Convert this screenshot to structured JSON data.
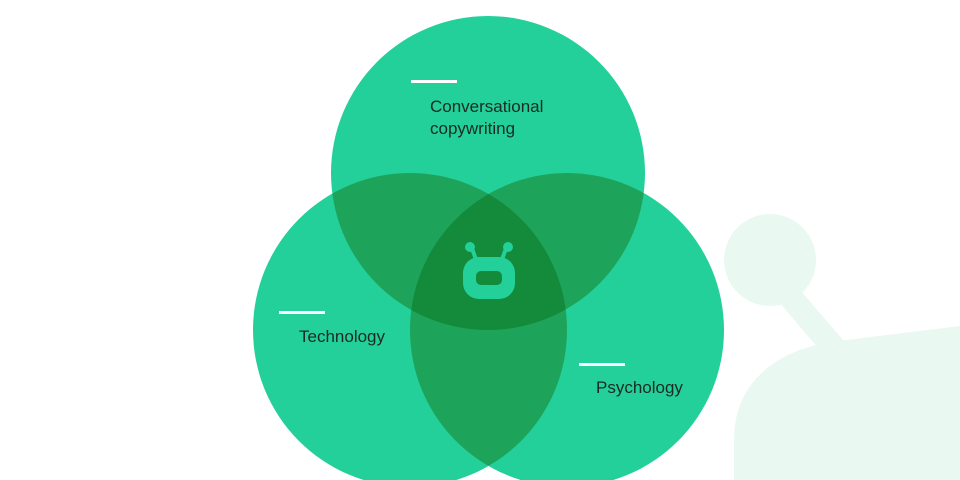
{
  "diagram": {
    "sets": [
      {
        "id": "top",
        "lines": [
          "Conversational",
          "copywriting"
        ]
      },
      {
        "id": "left",
        "lines": [
          "Technology"
        ]
      },
      {
        "id": "right",
        "lines": [
          "Psychology"
        ]
      }
    ],
    "center_icon": "robot-head-icon",
    "background_icon": "robot-antenna-icon"
  },
  "colors": {
    "circle": "#23d09a",
    "overlap_two": "#1ea35b",
    "overlap_three": "#148a3b",
    "accent_light": "#eaf8f2",
    "dash": "#ffffff",
    "text": "#1c2a22"
  }
}
